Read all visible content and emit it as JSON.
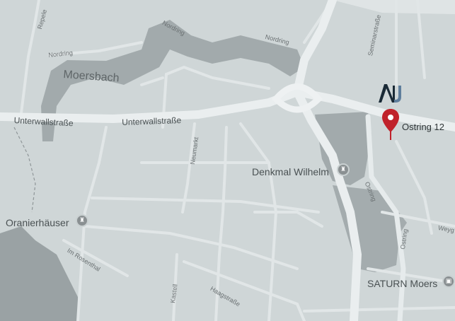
{
  "map": {
    "colors": {
      "land": "#cfd6d7",
      "road": "#e6ebec",
      "major_road": "#e9eeef",
      "water": "#9ea6a8",
      "block": "#d4dadb",
      "pin": "#c0222b",
      "logo_dark": "#1a2a36",
      "logo_blue": "#5f7e9c"
    },
    "districts": {
      "moersbach": "Moersbach"
    },
    "streets": {
      "repelen": "Repele",
      "nordring_top": "Nordring",
      "nordring_mid": "Nordring",
      "nordring_left": "Nordring",
      "seminarstrasse": "Seminarstraße",
      "unterwall_left": "Unterwallstraße",
      "unterwall_mid": "Unterwallstraße",
      "neumarkt": "Neumarkt",
      "ostring_side": "Ostring",
      "ostring_lower": "Ostring",
      "im_rosenthal": "Im Rosenthal",
      "kastell": "Kastell",
      "haagstrasse": "Haagstraße",
      "weyg": "Weyg"
    },
    "pois": {
      "denkmal": "Denkmal Wilhelm",
      "oranierhaeuser": "Oranierhäuser",
      "saturn": "SATURN Moers"
    },
    "marker": {
      "label": "Ostring 12",
      "icon": "map-pin-icon"
    },
    "logo": {
      "icon": "brand-logo-icon"
    }
  }
}
